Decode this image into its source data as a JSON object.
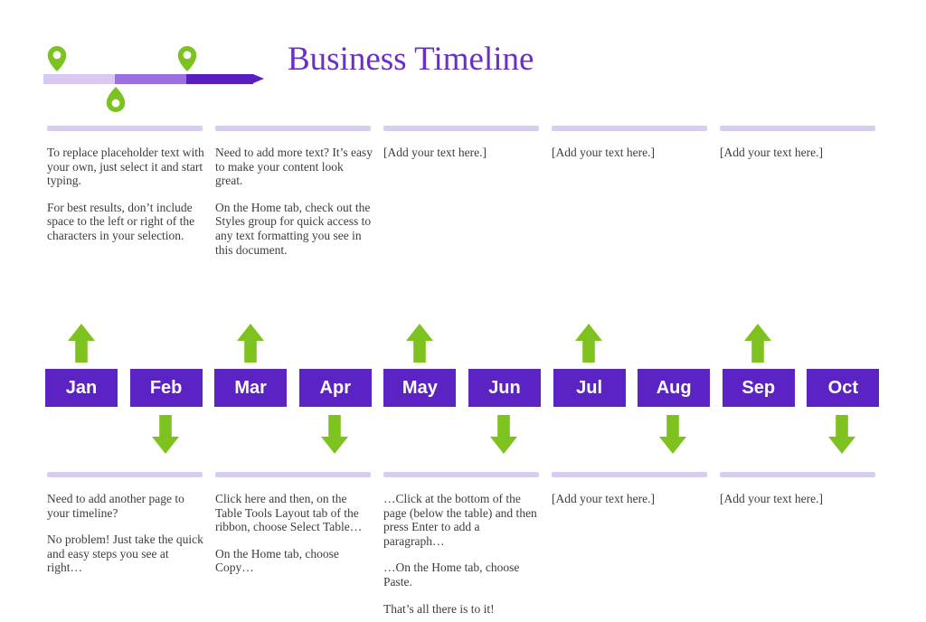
{
  "title": "Business Timeline",
  "colors": {
    "title_purple": "#6b2ec9",
    "month_box_purple": "#5b23c3",
    "bar_segment_light": "#d8c9f2",
    "bar_segment_medium": "#9a6fe0",
    "bar_segment_dark": "#5a1ec0",
    "column_divider": "#d8ccf1",
    "accent_green": "#7dc21e",
    "body_text": "#3d3d3d"
  },
  "icons": {
    "pin_down": "map-pin-icon",
    "pin_up": "map-pin-up-icon",
    "arrow_up": "up-arrow-icon",
    "arrow_down": "down-arrow-icon"
  },
  "months": [
    "Jan",
    "Feb",
    "Mar",
    "Apr",
    "May",
    "Jun",
    "Jul",
    "Aug",
    "Sep",
    "Oct"
  ],
  "top_columns": [
    {
      "paragraphs": [
        "To replace placeholder text with your own, just select it and start typing.",
        "For best results, don’t include space to the left or right of the characters in your selection."
      ]
    },
    {
      "paragraphs": [
        "Need to add more text? It’s easy to make your content look great.",
        "On the Home tab, check out the Styles group for quick access to any text formatting you see in this document."
      ]
    },
    {
      "paragraphs": [
        "[Add your text here.]"
      ]
    },
    {
      "paragraphs": [
        "[Add your text here.]"
      ]
    },
    {
      "paragraphs": [
        "[Add your text here.]"
      ]
    }
  ],
  "bottom_columns": [
    {
      "paragraphs": [
        "Need to add another page to your timeline?",
        "No problem! Just take the quick and easy steps you see at right…"
      ]
    },
    {
      "paragraphs": [
        "Click here and then, on the Table Tools Layout tab of the ribbon, choose Select Table…",
        "On the Home tab, choose Copy…"
      ]
    },
    {
      "paragraphs": [
        "…Click at the bottom of the page (below the table) and then press Enter to add a paragraph…",
        "…On the Home tab, choose Paste.",
        "That’s all there is to it!"
      ]
    },
    {
      "paragraphs": [
        "[Add your text here.]"
      ]
    },
    {
      "paragraphs": [
        "[Add your text here.]"
      ]
    }
  ]
}
